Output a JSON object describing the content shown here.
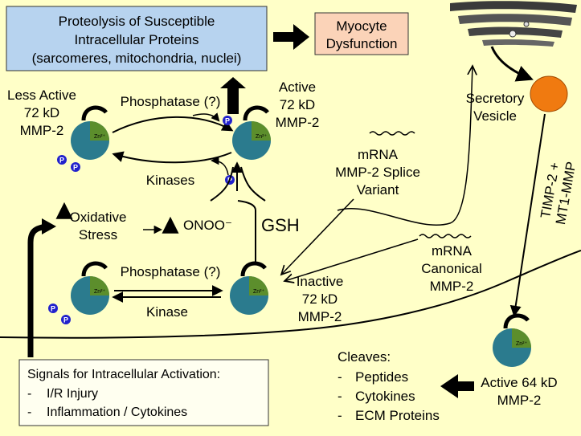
{
  "colors": {
    "background": "#ffffc8",
    "blue_box": "#b7d3ef",
    "salmon_box": "#fbd3b8",
    "enzyme_teal": "#2b7b8e",
    "zinc_green": "#5c8e2c",
    "phosphate_blue": "#2222cc",
    "vesicle_orange": "#f07a10"
  },
  "top_box": {
    "line1": "Proteolysis of Susceptible",
    "line2": "Intracellular Proteins",
    "line3": "(sarcomeres, mitochondria, nuclei)"
  },
  "myocyte_box": {
    "line1": "Myocyte",
    "line2": "Dysfunction"
  },
  "less_active": {
    "line1": "Less Active",
    "line2": "72 kD",
    "line3": "MMP-2"
  },
  "active_72": {
    "line1": "Active",
    "line2": "72 kD",
    "line3": "MMP-2"
  },
  "phosphatase_top": "Phosphatase (?)",
  "kinases": "Kinases",
  "zinc": "Zn²⁺",
  "phosphate": "P",
  "secretory": {
    "line1": "Secretory",
    "line2": "Vesicle"
  },
  "mrna_splice": {
    "line1": "mRNA",
    "line2": "MMP-2 Splice",
    "line3": "Variant"
  },
  "timp": {
    "line1": "TIMP-2 +",
    "line2": "MT1-MMP"
  },
  "oxidative": {
    "line1": "Oxidative",
    "line2": "Stress"
  },
  "onoo": "ONOO⁻",
  "gsh": "GSH",
  "mrna_canonical": {
    "line1": "mRNA",
    "line2": "Canonical",
    "line3": "MMP-2"
  },
  "phosphatase_bottom": "Phosphatase (?)",
  "kinase": "Kinase",
  "inactive": {
    "line1": "Inactive",
    "line2": "72 kD",
    "line3": "MMP-2"
  },
  "cleaves": {
    "title": "Cleaves:",
    "items": [
      "Peptides",
      "Cytokines",
      "ECM Proteins"
    ],
    "dash": "-"
  },
  "active_64": {
    "line1": "Active 64 kD",
    "line2": "MMP-2"
  },
  "signals_box": {
    "title": "Signals for Intracellular Activation:",
    "items": [
      "I/R Injury",
      "Inflammation / Cytokines"
    ],
    "dash": "-"
  }
}
